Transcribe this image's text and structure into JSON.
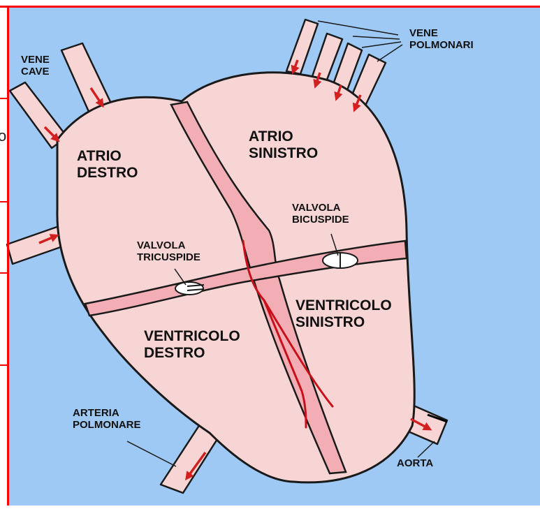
{
  "labels": {
    "vene_cave": "VENE\nCAVE",
    "vene_polmonari": "VENE\nPOLMONARI",
    "atrio_destro": "ATRIO\nDESTRO",
    "atrio_sinistro": "ATRIO\nSINISTRO",
    "valvola_bicuspide": "VALVOLA\nBICUSPIDE",
    "valvola_tricuspide": "VALVOLA\nTRICUSPIDE",
    "ventricolo_sinistro": "VENTRICOLO\nSINISTRO",
    "ventricolo_destro": "VENTRICOLO\nDESTRO",
    "arteria_polmonare": "ARTERIA\nPOLMONARE",
    "aorta": "AORTA"
  },
  "stray_glyph": "o",
  "colors": {
    "background": "#9ec9f5",
    "heart_fill": "#f7d5d5",
    "septum_fill": "#f2aeb4",
    "outline": "#1a1a1a",
    "arrow": "#d21f1f",
    "frame_border": "#ff0000"
  }
}
